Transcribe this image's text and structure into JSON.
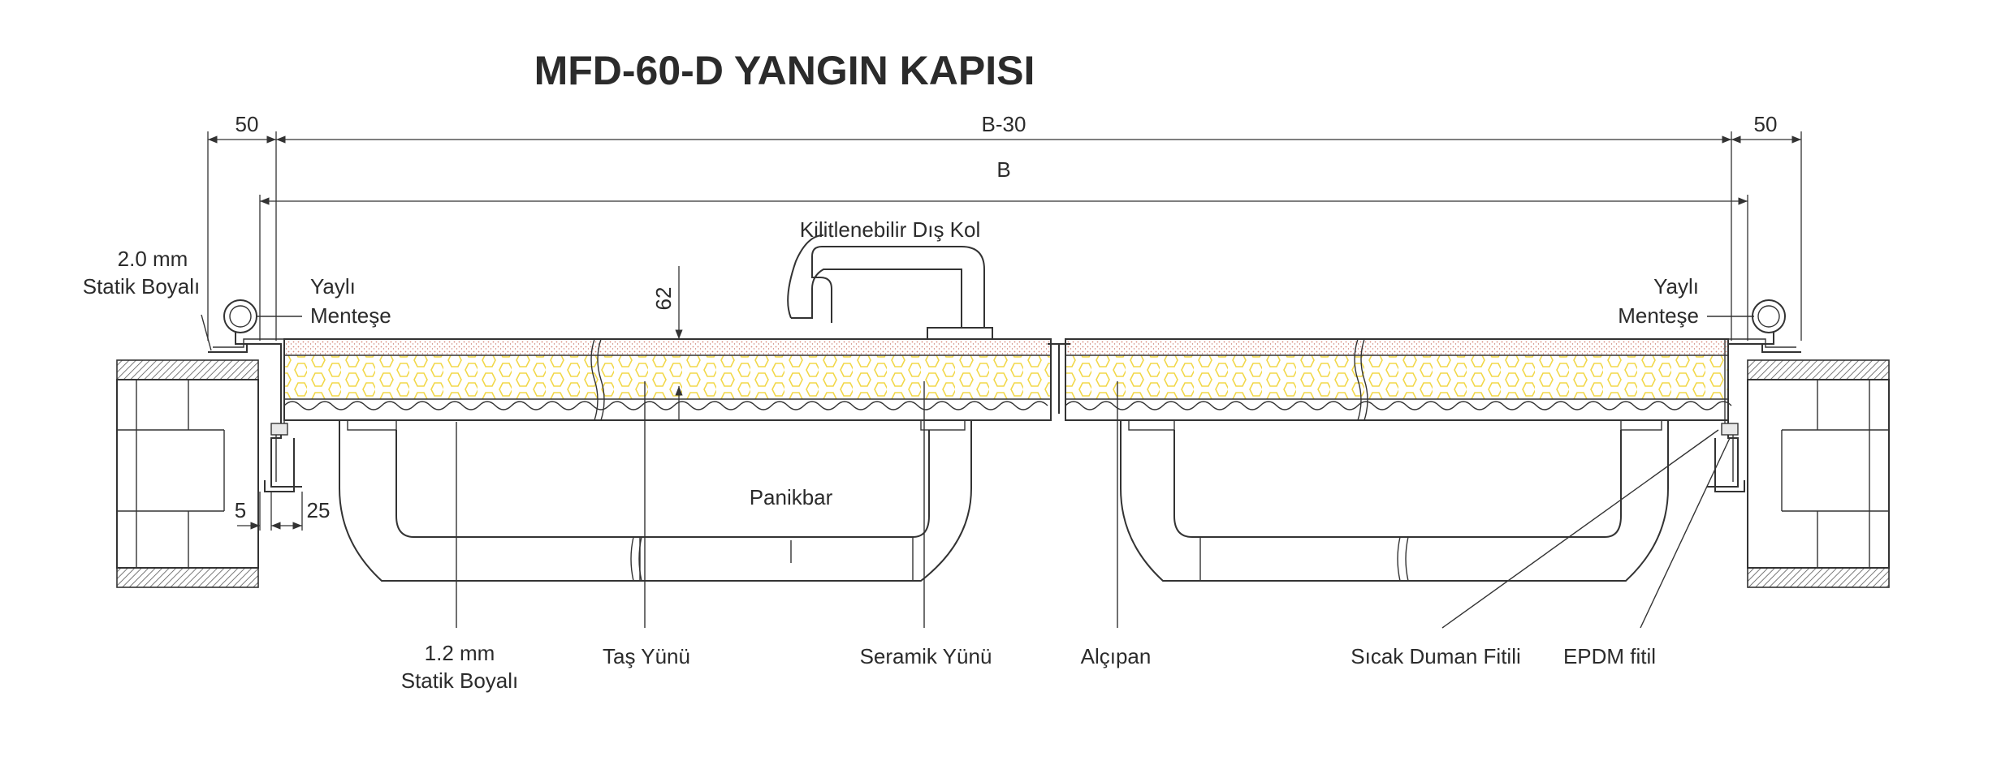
{
  "title": "MFD-60-D YANGIN KAPISI",
  "dimensions": {
    "left_margin": "50",
    "inner_width": "B-30",
    "right_margin": "50",
    "overall_width": "B",
    "thickness": "62",
    "gap_left": "5",
    "gap_right": "25"
  },
  "labels": {
    "left_frame_thickness": "2.0 mm",
    "left_frame_finish": "Statik Boyalı",
    "hinge_left_line1": "Yaylı",
    "hinge_left_line2": "Menteşe",
    "hinge_right_line1": "Yaylı",
    "hinge_right_line2": "Menteşe",
    "lever_handle": "Kilitlenebilir Dış Kol",
    "panic_bar": "Panikbar",
    "leaf_thickness": "1.2 mm",
    "leaf_finish": "Statik Boyalı",
    "stone_wool": "Taş Yünü",
    "ceramic_wool": "Seramik Yünü",
    "gypsum_board": "Alçıpan",
    "smoke_seal": "Sıcak Duman Fitili",
    "epdm_seal": "EPDM fitil"
  },
  "colors": {
    "line": "#333333",
    "stone_wool_hex": "#f2d84a",
    "gypsum_dots": "#d9897a",
    "wall_hatch": "#555555"
  }
}
